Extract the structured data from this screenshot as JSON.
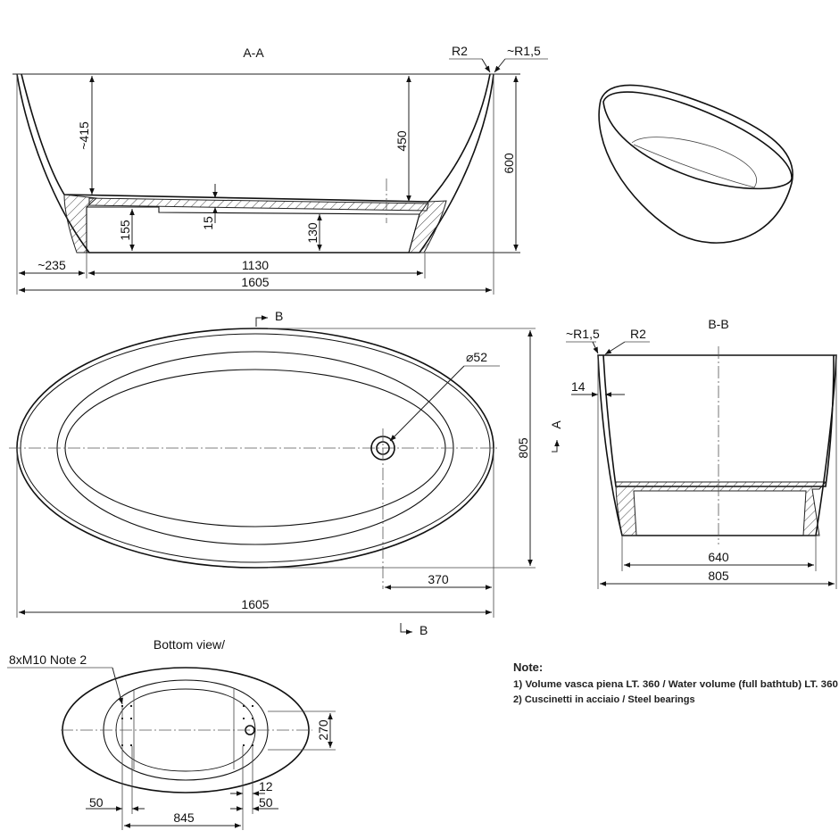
{
  "sections": {
    "aa_title": "A-A",
    "bb_title": "B-B",
    "bottom_title": "Bottom view/"
  },
  "aa": {
    "r2": "R2",
    "r15": "~R1,5",
    "depth_415": "~415",
    "depth_450": "450",
    "height_600": "600",
    "base_155": "155",
    "wall_15": "15",
    "base_130": "130",
    "overhang_235": "~235",
    "base_1130": "1130",
    "length_1605": "1605"
  },
  "plan": {
    "section_b_top": "B",
    "section_b_bottom": "B",
    "section_a": "A",
    "drain_dia": "⌀52",
    "width_805": "805",
    "drain_offset_370": "370",
    "length_1605": "1605"
  },
  "bb": {
    "r15": "~R1,5",
    "r2": "R2",
    "wall_14": "14",
    "base_640": "640",
    "width_805": "805"
  },
  "bottom": {
    "m10_label": "8xM10 Note 2",
    "height_270": "270",
    "dim_12": "12",
    "dim_50_right": "50",
    "dim_50_left": "50",
    "span_845": "845"
  },
  "notes": {
    "heading": "Note:",
    "line1": "1) Volume vasca piena LT. 360 / Water volume (full bathtub) LT. 360",
    "line2": "2) Cuscinetti in acciaio / Steel bearings"
  }
}
